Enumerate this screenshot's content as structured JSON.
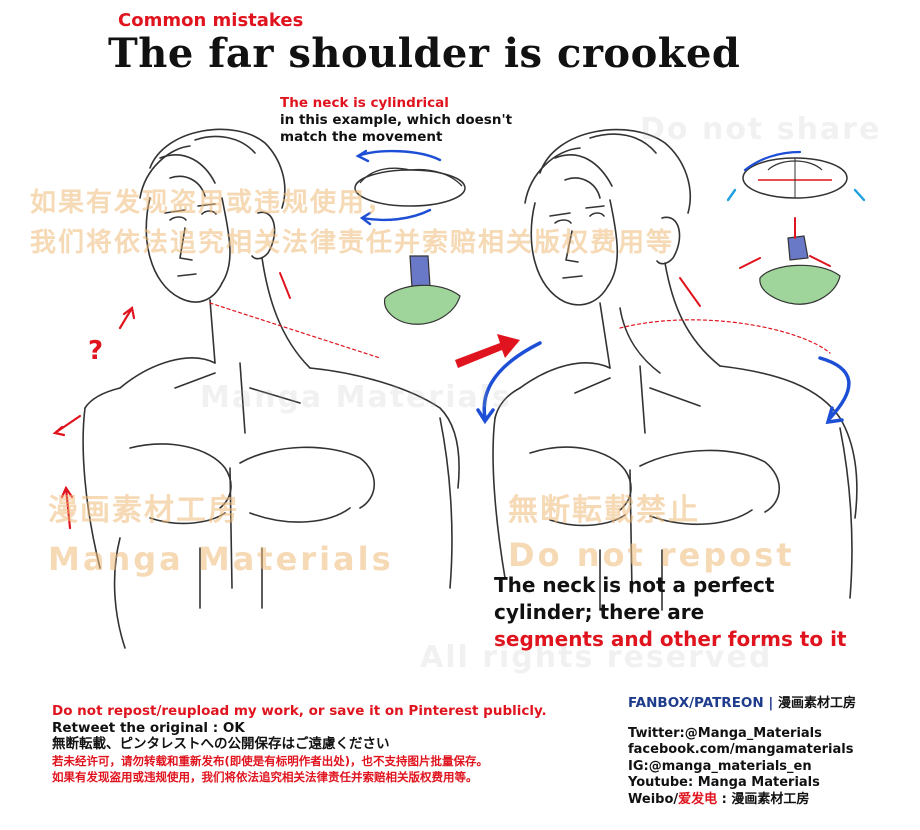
{
  "header": {
    "subtitle": "Common mistakes",
    "title": "The far shoulder is crooked"
  },
  "annotations": {
    "neck_cylindrical_red": "The neck is cylindrical",
    "neck_cylindrical_black": "in this example, which doesn't match the movement",
    "not_perfect_line1": "The neck is not a perfect",
    "not_perfect_line2": "cylinder; there are",
    "segments": "segments and other forms to it",
    "question_mark": "?"
  },
  "watermarks": {
    "cn_line1": "如果有发现盗用或违规使用，",
    "cn_line2": "我们将依法追究相关法律责任并索赔相关版权费用等",
    "jp_left": "漫画素材工房",
    "jp_right": "無断転載禁止",
    "en_left": "Manga Materials",
    "en_right": "Do not repost",
    "grey_1": "All rights reserved",
    "grey_2": "Do not share",
    "grey_3": "Manga Materials"
  },
  "footer": {
    "no_repost": "Do not repost/reupload my work, or save it on Pinterest publicly.",
    "retweet": "Retweet the original : OK",
    "jp_notice": "無断転載、ピンタレストへの公開保存はご遠慮ください",
    "cn_notice1": "若未经许可，请勿转载和重新发布(即使是有标明作者出处)，也不支持图片批量保存。",
    "cn_notice2": "如果有发现盗用或违规使用，我们将依法追究相关法律责任并索赔相关版权费用等。",
    "fanbox": "FANBOX/PATREON",
    "fanbox_sep": " | ",
    "fanbox_name": "漫画素材工房",
    "twitter": "Twitter:@Manga_Materials",
    "facebook": "facebook.com/mangamaterials",
    "ig": "IG:@manga_materials_en",
    "youtube": "Youtube: Manga Materials",
    "weibo_prefix": "Weibo/",
    "weibo_link": "爱发电",
    "weibo_suffix": " : 漫画素材工房"
  },
  "colors": {
    "accent_red": "#e0141e",
    "link_blue": "#1f3c8c",
    "arrow_blue": "#1d4fd6",
    "neck_blue": "#6a78c8",
    "shoulder_green": "#9fd49a",
    "watermark_orange": "#eeba78"
  }
}
